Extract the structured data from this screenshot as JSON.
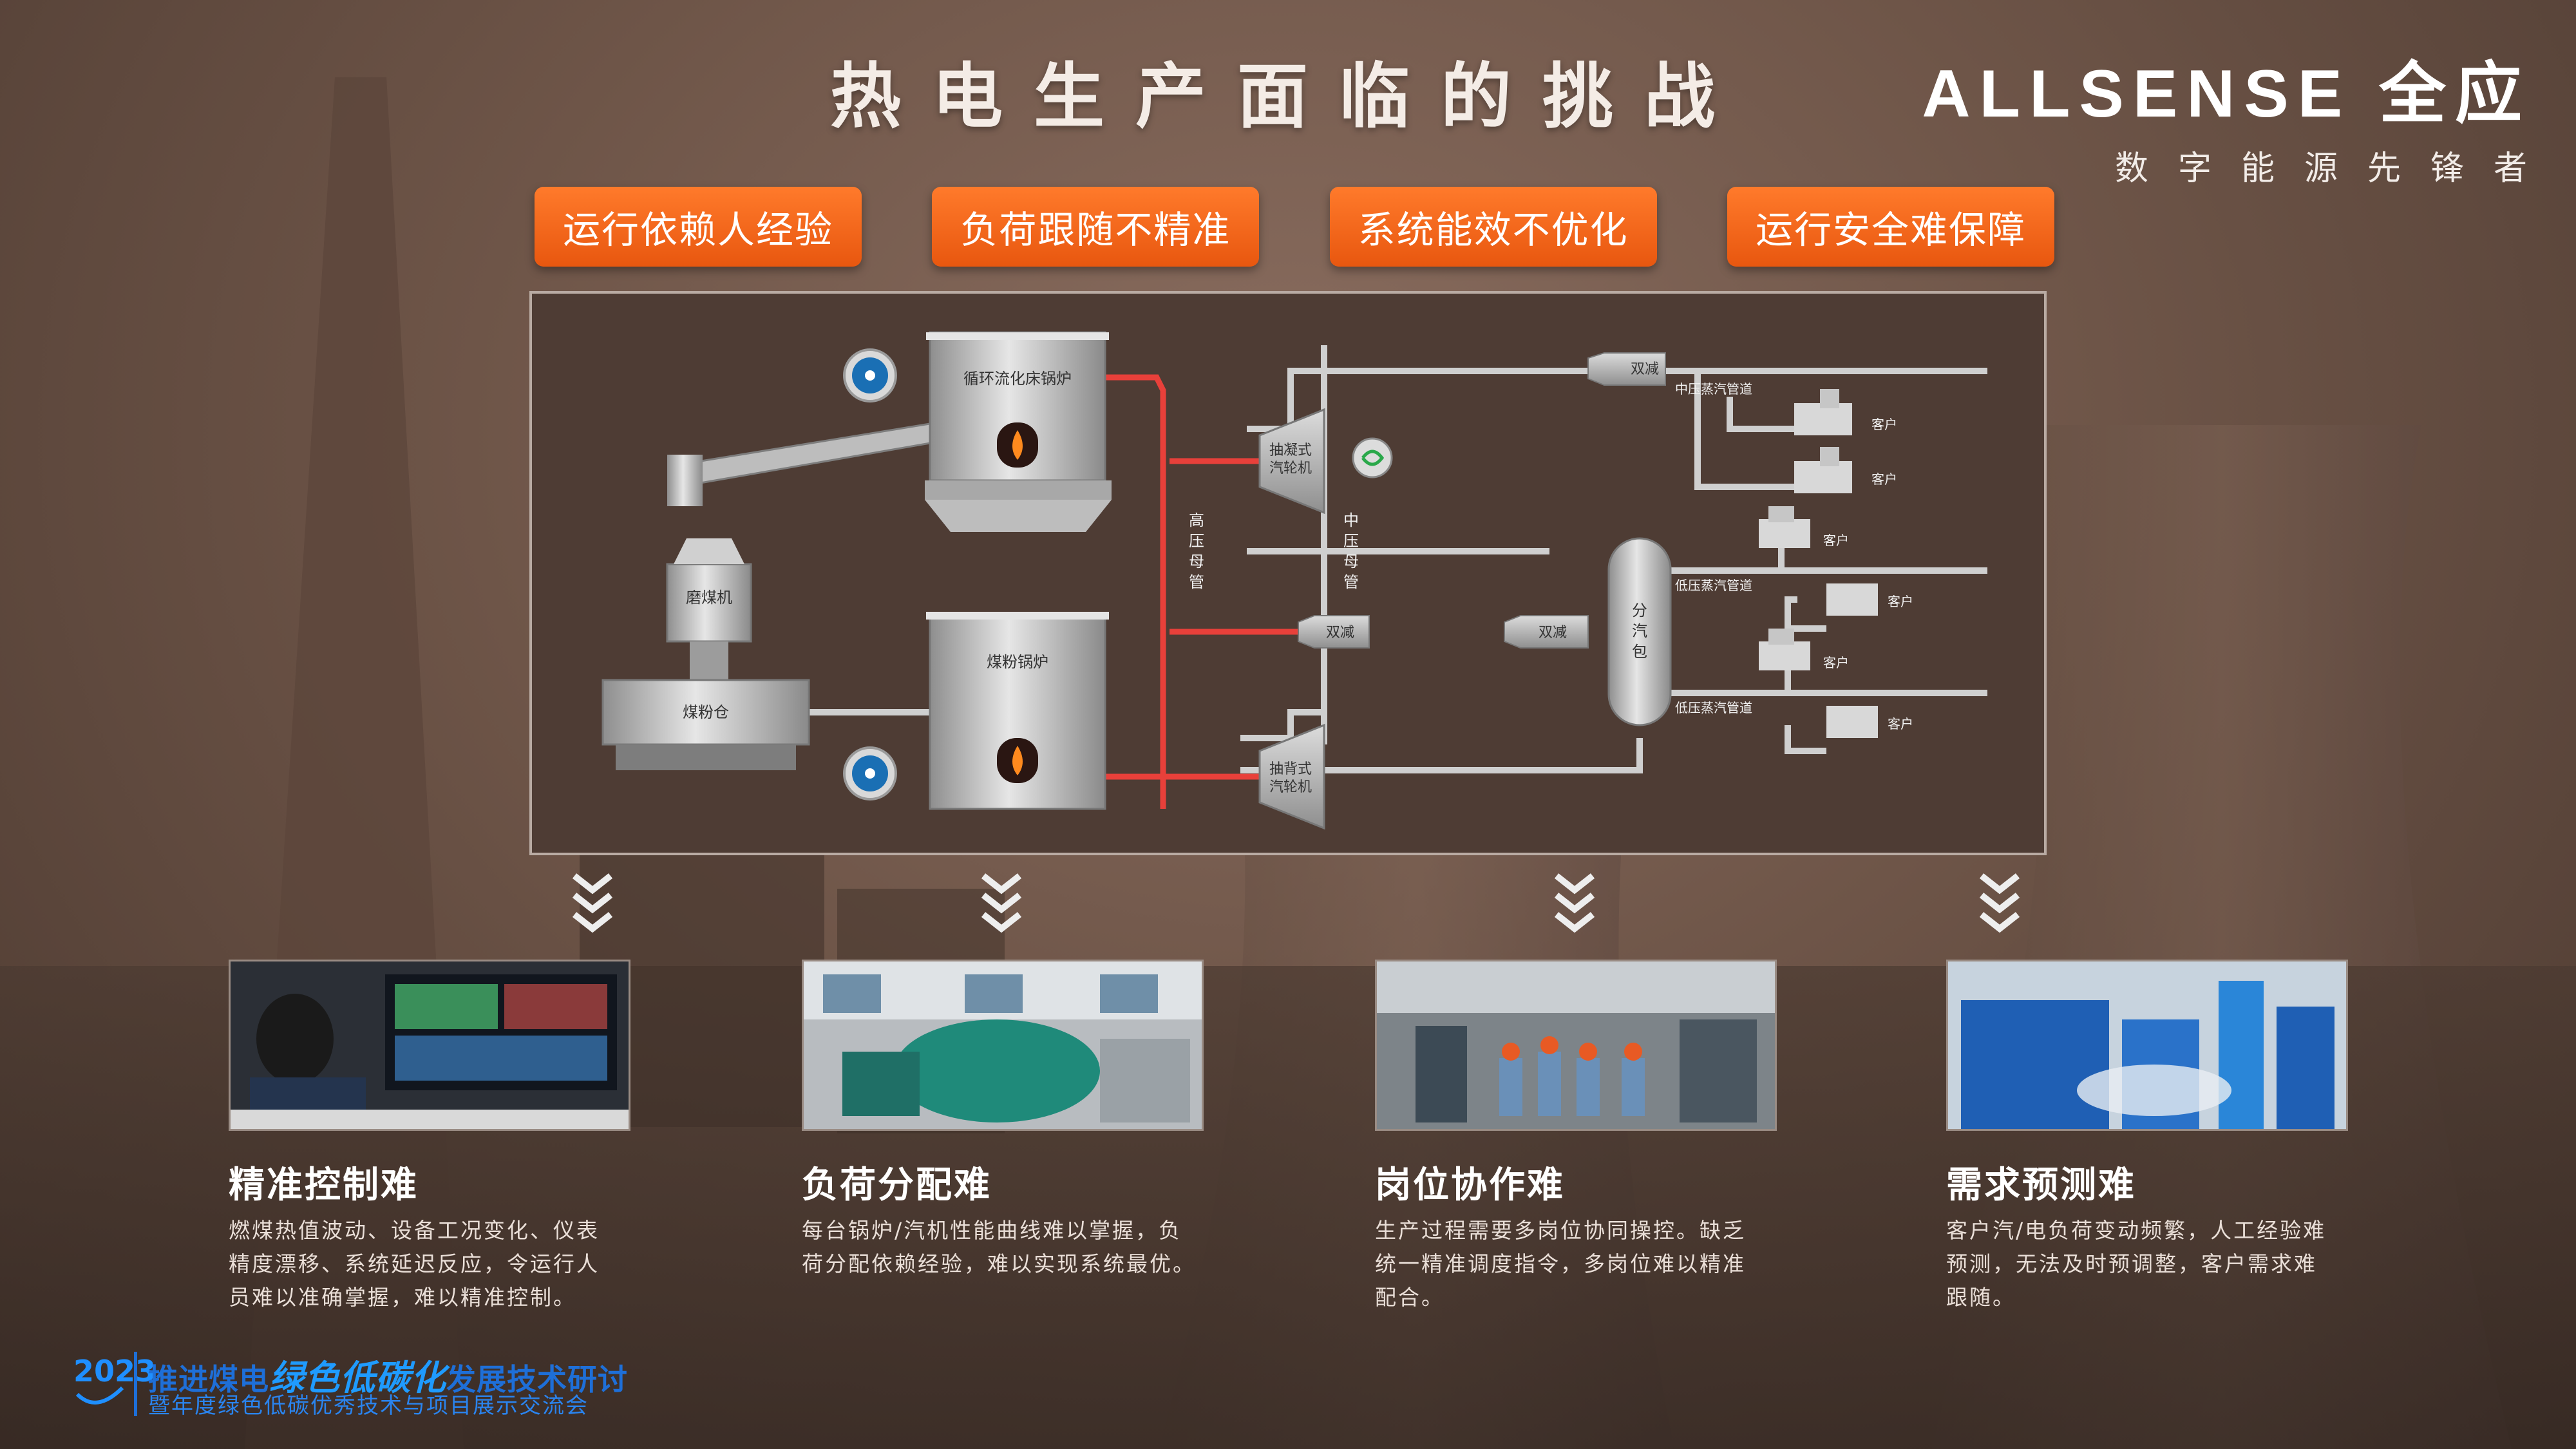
{
  "title": "热电生产面临的挑战",
  "brand": {
    "name": "ALLSENSE 全应",
    "slogan": "数字能源先锋者"
  },
  "tabs": [
    "运行依赖人经验",
    "负荷跟随不精准",
    "系统能效不优化",
    "运行安全难保障"
  ],
  "diagram": {
    "cfb_boiler": "循环流化床锅炉",
    "coal_mill": "磨煤机",
    "coal_bin": "煤粉仓",
    "pc_boiler": "煤粉锅炉",
    "hp_header": [
      "高",
      "压",
      "母",
      "管"
    ],
    "mp_header": [
      "中",
      "压",
      "母",
      "管"
    ],
    "condensing_turbine": [
      "抽凝式",
      "汽轮机"
    ],
    "backpressure_turbine": [
      "抽背式",
      "汽轮机"
    ],
    "desuperheater": "双减",
    "steam_drum": [
      "分",
      "汽",
      "包"
    ],
    "mp_pipe": "中压蒸汽管道",
    "lp_pipe": "低压蒸汽管道",
    "customer": "客户"
  },
  "cards": [
    {
      "title": "精准控制难",
      "lines": [
        "燃煤热值波动、设备工况变化、仪表",
        "精度漂移、系统延迟反应，令运行人",
        "员难以准确掌握，难以精准控制。"
      ]
    },
    {
      "title": "负荷分配难",
      "lines": [
        "每台锅炉/汽机性能曲线难以掌握，负",
        "荷分配依赖经验，难以实现系统最优。"
      ]
    },
    {
      "title": "岗位协作难",
      "lines": [
        "生产过程需要多岗位协同操控。缺乏",
        "统一精准调度指令，多岗位难以精准",
        "配合。"
      ]
    },
    {
      "title": "需求预测难",
      "lines": [
        "客户汽/电负荷变动频繁，人工经验难",
        "预测，无法及时预调整，客户需求难",
        "跟随。"
      ]
    }
  ],
  "footer": {
    "prefix": "推进煤电",
    "highlight": "绿色低碳化",
    "suffix": "发展技术研讨",
    "subtitle": "暨年度绿色低碳优秀技术与项目展示交流会",
    "logo_text": "2023"
  },
  "colors": {
    "accent": "#f26a1f",
    "pipe_red": "#e8403a",
    "pipe_grey": "#cfcfcf",
    "footer_blue": "#1e6fd8"
  }
}
